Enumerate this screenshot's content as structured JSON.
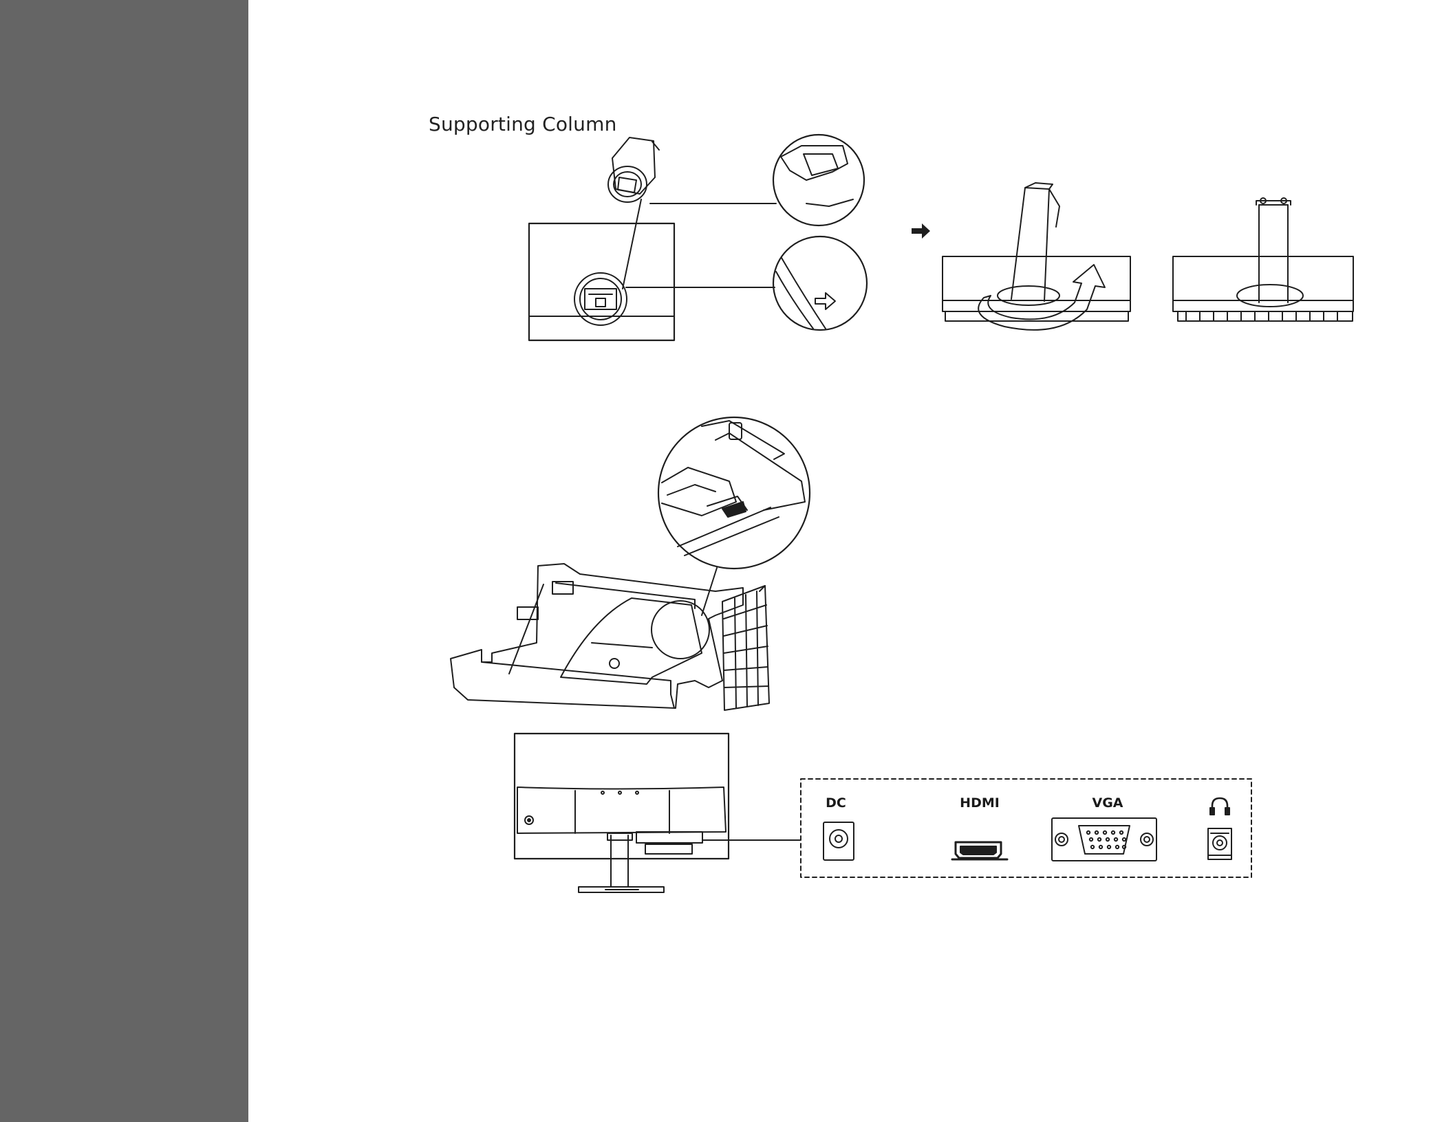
{
  "colors": {
    "sidebar": "#656565",
    "line": "#1e1e1e",
    "background": "#ffffff"
  },
  "labels": {
    "supporting_column": "Supporting Column"
  },
  "ports": [
    {
      "key": "dc",
      "label": "DC",
      "icon": "dc-jack-icon"
    },
    {
      "key": "hdmi",
      "label": "HDMI",
      "icon": "hdmi-port-icon"
    },
    {
      "key": "vga",
      "label": "VGA",
      "icon": "vga-port-icon"
    },
    {
      "key": "audio",
      "label": "",
      "icon": "headphone-icon"
    }
  ]
}
